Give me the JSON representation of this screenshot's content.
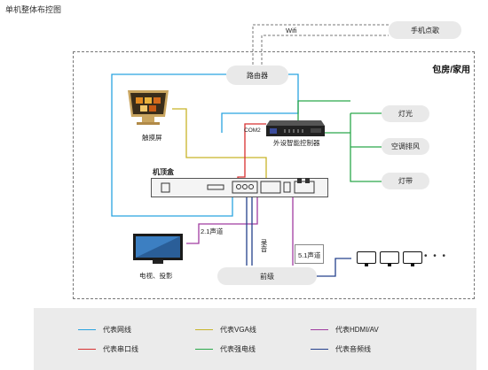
{
  "title": "单机整体布控图",
  "room_label": "包房/家用",
  "nodes": {
    "wifi": "Wifi",
    "phone": "手机点歌",
    "router": "路由器",
    "touchscreen": "触摸屏",
    "controller": "外设智能控制器",
    "com": "COM2",
    "stb": "机顶盒",
    "light": "灯光",
    "ac": "空调排风",
    "strip": "灯带",
    "tv": "电视、投影",
    "front": "前级",
    "ch21": "2.1声道",
    "ch51": "5.1声道",
    "record": "录音"
  },
  "legend": [
    {
      "label": "代表网线",
      "color": "#29a3e0"
    },
    {
      "label": "代表VGA线",
      "color": "#c8b428"
    },
    {
      "label": "代表HDMI/AV",
      "color": "#a03ca0"
    },
    {
      "label": "代表串口线",
      "color": "#d83030"
    },
    {
      "label": "代表强电线",
      "color": "#2aa84a"
    },
    {
      "label": "代表音频线",
      "color": "#24408c"
    }
  ],
  "more_ellipsis": "• • •"
}
